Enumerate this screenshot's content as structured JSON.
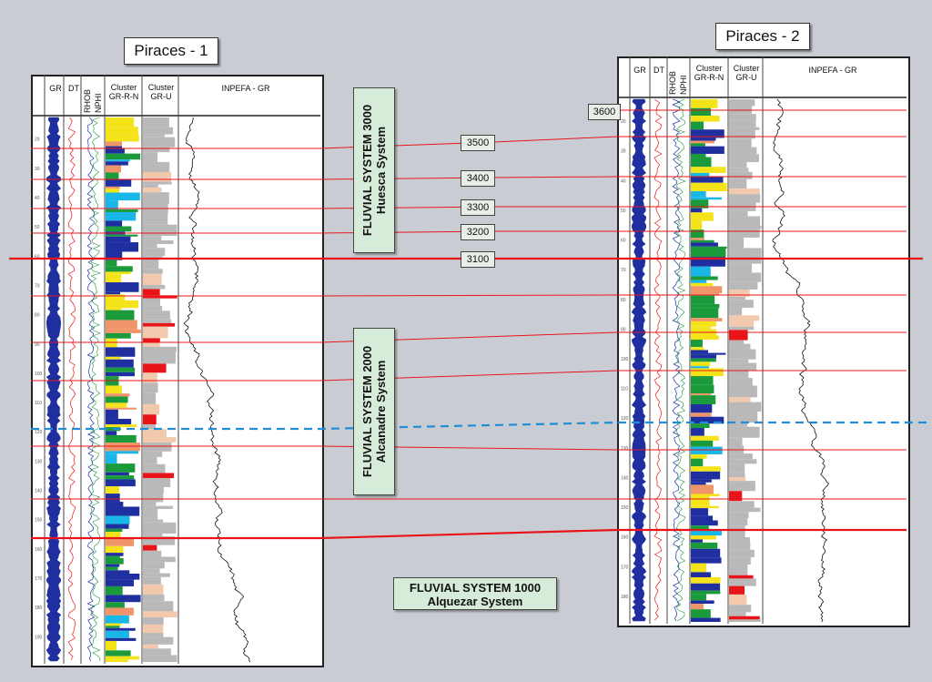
{
  "wells": [
    {
      "name": "Piraces - 1",
      "depth_ticks": [
        "20",
        "30",
        "40",
        "50",
        "60",
        "70",
        "80",
        "90",
        "100",
        "110",
        "120",
        "130",
        "140",
        "150",
        "160",
        "170",
        "180",
        "190"
      ]
    },
    {
      "name": "Piraces - 2",
      "depth_ticks": [
        "20",
        "30",
        "40",
        "50",
        "60",
        "70",
        "80",
        "90",
        "100",
        "110",
        "120",
        "130",
        "140",
        "150",
        "160",
        "170",
        "180"
      ]
    }
  ],
  "track_headers": {
    "gr": "GR",
    "dt": "DT",
    "rhob": "RHOB",
    "nphi": "NPHI",
    "cluster_grrn": [
      "Cluster",
      "GR-R-N"
    ],
    "cluster_gru": [
      "Cluster",
      "GR-U"
    ],
    "inpefa": "INPEFA - GR"
  },
  "sequence_labels": [
    "3500",
    "3400",
    "3300",
    "3200",
    "3100"
  ],
  "top_marker_label": "3600",
  "systems": [
    {
      "line1": "FLUVIAL SYSTEM 3000",
      "line2": "Huesca System"
    },
    {
      "line1": "FLUVIAL SYSTEM 2000",
      "line2": "Alcanadre System"
    },
    {
      "line1": "FLUVIAL SYSTEM 1000",
      "line2": "Alquezar System"
    }
  ],
  "colors": {
    "background": "#c9cdd3",
    "correlation_line": "#e8141a",
    "dashed_boundary": "#1e8fd6",
    "gr_fill": "#1f2fa0",
    "system_box": "#d6ecd9",
    "facies_yellow": "#f5e31a",
    "facies_salmon": "#f0956a",
    "facies_blue": "#1f2fa0",
    "facies_cyan": "#19b6e8",
    "facies_green": "#1a9a3a",
    "facies_gray": "#b9b9b9"
  }
}
